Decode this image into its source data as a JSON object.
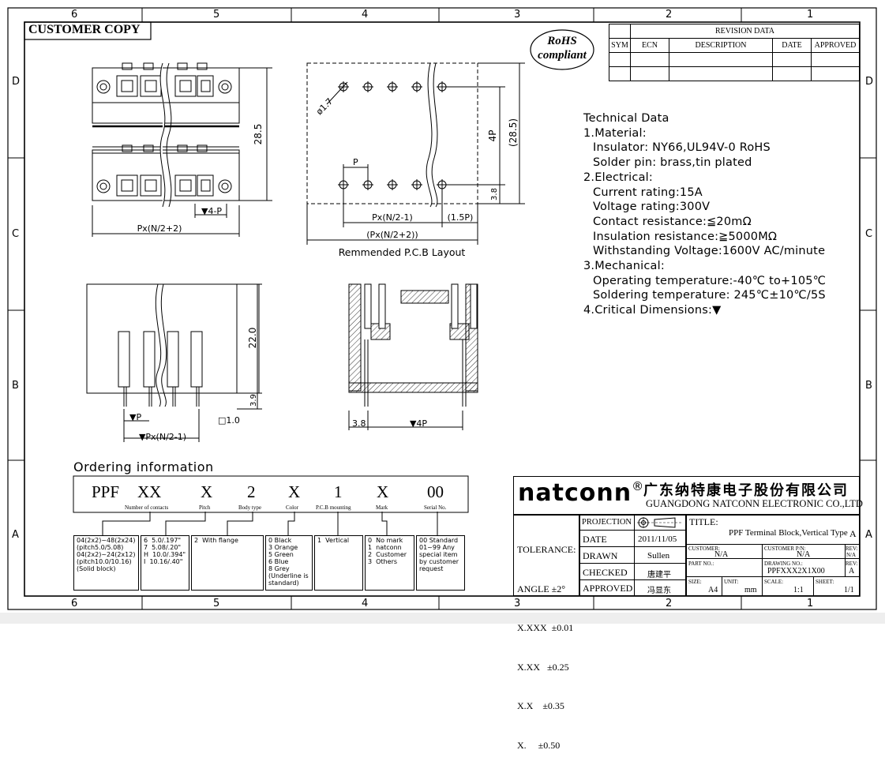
{
  "customer_copy": "CUSTOMER COPY",
  "rohs": {
    "line1": "RoHS",
    "line2": "compliant"
  },
  "grid": {
    "columns": [
      "6",
      "5",
      "4",
      "3",
      "2",
      "1"
    ],
    "rows": [
      "D",
      "C",
      "B",
      "A"
    ]
  },
  "revision": {
    "title": "REVISION DATA",
    "headers": [
      "SYM",
      "ECN",
      "DESCRIPTION",
      "DATE",
      "APPROVED"
    ]
  },
  "technical_data": {
    "heading": "Technical Data",
    "lines": [
      {
        "text": "1.Material:",
        "level": 1
      },
      {
        "text": "Insulator: NY66,UL94V-0 RoHS",
        "level": 2
      },
      {
        "text": "Solder pin: brass,tin plated",
        "level": 2
      },
      {
        "text": "2.Electrical:",
        "level": 1
      },
      {
        "text": "Current rating:15A",
        "level": 2
      },
      {
        "text": "Voltage rating:300V",
        "level": 2
      },
      {
        "text": "Contact resistance:≦20mΩ",
        "level": 2
      },
      {
        "text": "Insulation resistance:≧5000MΩ",
        "level": 2
      },
      {
        "text": "Withstanding Voltage:1600V AC/minute",
        "level": 2
      },
      {
        "text": "3.Mechanical:",
        "level": 1
      },
      {
        "text": "Operating temperature:-40℃ to+105℃",
        "level": 2
      },
      {
        "text": "Soldering temperature: 245℃±10℃/5S",
        "level": 2
      },
      {
        "text": "4.Critical Dimensions:▼",
        "level": 1
      }
    ]
  },
  "dimensions": {
    "front_height": "28.5",
    "front_pitch4": "▼4-P",
    "front_width": "Px(N/2+2)",
    "pcb_hole": "ø1.7",
    "pcb_4p": "4P",
    "pcb_285": "(28.5)",
    "pcb_p": "P",
    "pcb_38": "3.8",
    "pcb_pxn1": "Px(N/2-1)",
    "pcb_15p": "(1.5P)",
    "pcb_pxn2": "(Px(N/2+2))",
    "pcb_caption": "Remmended P.C.B Layout",
    "side_220": "22.0",
    "side_39": "3.9",
    "side_p": "▼P",
    "side_pxn1": "▼Px(N/2-1)",
    "side_sq": "□1.0",
    "sect_38": "3.8",
    "sect_4p": "▼4P"
  },
  "ordering": {
    "heading": "Ordering information",
    "codes": [
      "PPF",
      "XX",
      "X",
      "2",
      "X",
      "1",
      "X",
      "00"
    ],
    "labels": [
      "Number of contacts",
      "Pitch",
      "Body type",
      "Color",
      "P.C.B mounting",
      "Mark",
      "Serial No."
    ],
    "boxes": [
      "04(2x2)~48(2x24)\n(pitch5.0/5.08)\n04(2x2)~24(2x12)\n(pitch10.0/10.16)\n(Solid block)",
      "6  5.0/.197\"\n7  5.08/.20\"\nH  10.0/.394\"\nI  10.16/.40\"",
      "2  With flange",
      "0 Black\n3 Orange\n5 Green\n6 Blue\n8 Grey\n(Underline is\nstandard)",
      "1  Vertical",
      "0  No mark\n1  natconn\n2  Customer\n3  Others",
      "00 Standard\n01~99 Any\nspecial item\nby customer\nrequest"
    ]
  },
  "title_block": {
    "brand": "natconn",
    "registered": "®",
    "company_cn": "广东纳特康电子股份有限公司",
    "company_en": "GUANGDONG NATCONN ELECTRONIC CO.,LTD",
    "tolerance_label": "TOLERANCE:",
    "tolerances": [
      "ANGLE ±2°",
      "X.XXX  ±0.01",
      "X.XX   ±0.25",
      "X.X    ±0.35",
      "X.     ±0.50"
    ],
    "projection": "PROJECTION",
    "date_label": "DATE",
    "date_value": "2011/11/05",
    "drawn_label": "DRAWN",
    "drawn_value": "Sullen",
    "checked_label": "CHECKED",
    "checked_value": "唐建平",
    "approved_label": "APPROVED",
    "approved_value": "冯显东",
    "title_label": "TITLE:",
    "title_value": "PPF  Terminal Block,Vertical Type",
    "rev_letter": "A",
    "customer_label": "CUSTOMER:",
    "customer_value": "N/A",
    "customer_pn_label": "CUSTOMER P/N:",
    "customer_pn_value": "N/A",
    "rev_label": "REV:",
    "rev_value": "N/A",
    "part_no_label": "PART NO.:",
    "drawing_no_label": "DRAWING NO.:",
    "drawing_no_value": "PPFXXX2X1X00",
    "rev2_value": "A",
    "size_label": "SIZE:",
    "size_value": "A4",
    "unit_label": "UNIT:",
    "unit_value": "mm",
    "scale_label": "SCALE:",
    "scale_value": "1:1",
    "sheet_label": "SHEET:",
    "sheet_value": "1/1"
  }
}
